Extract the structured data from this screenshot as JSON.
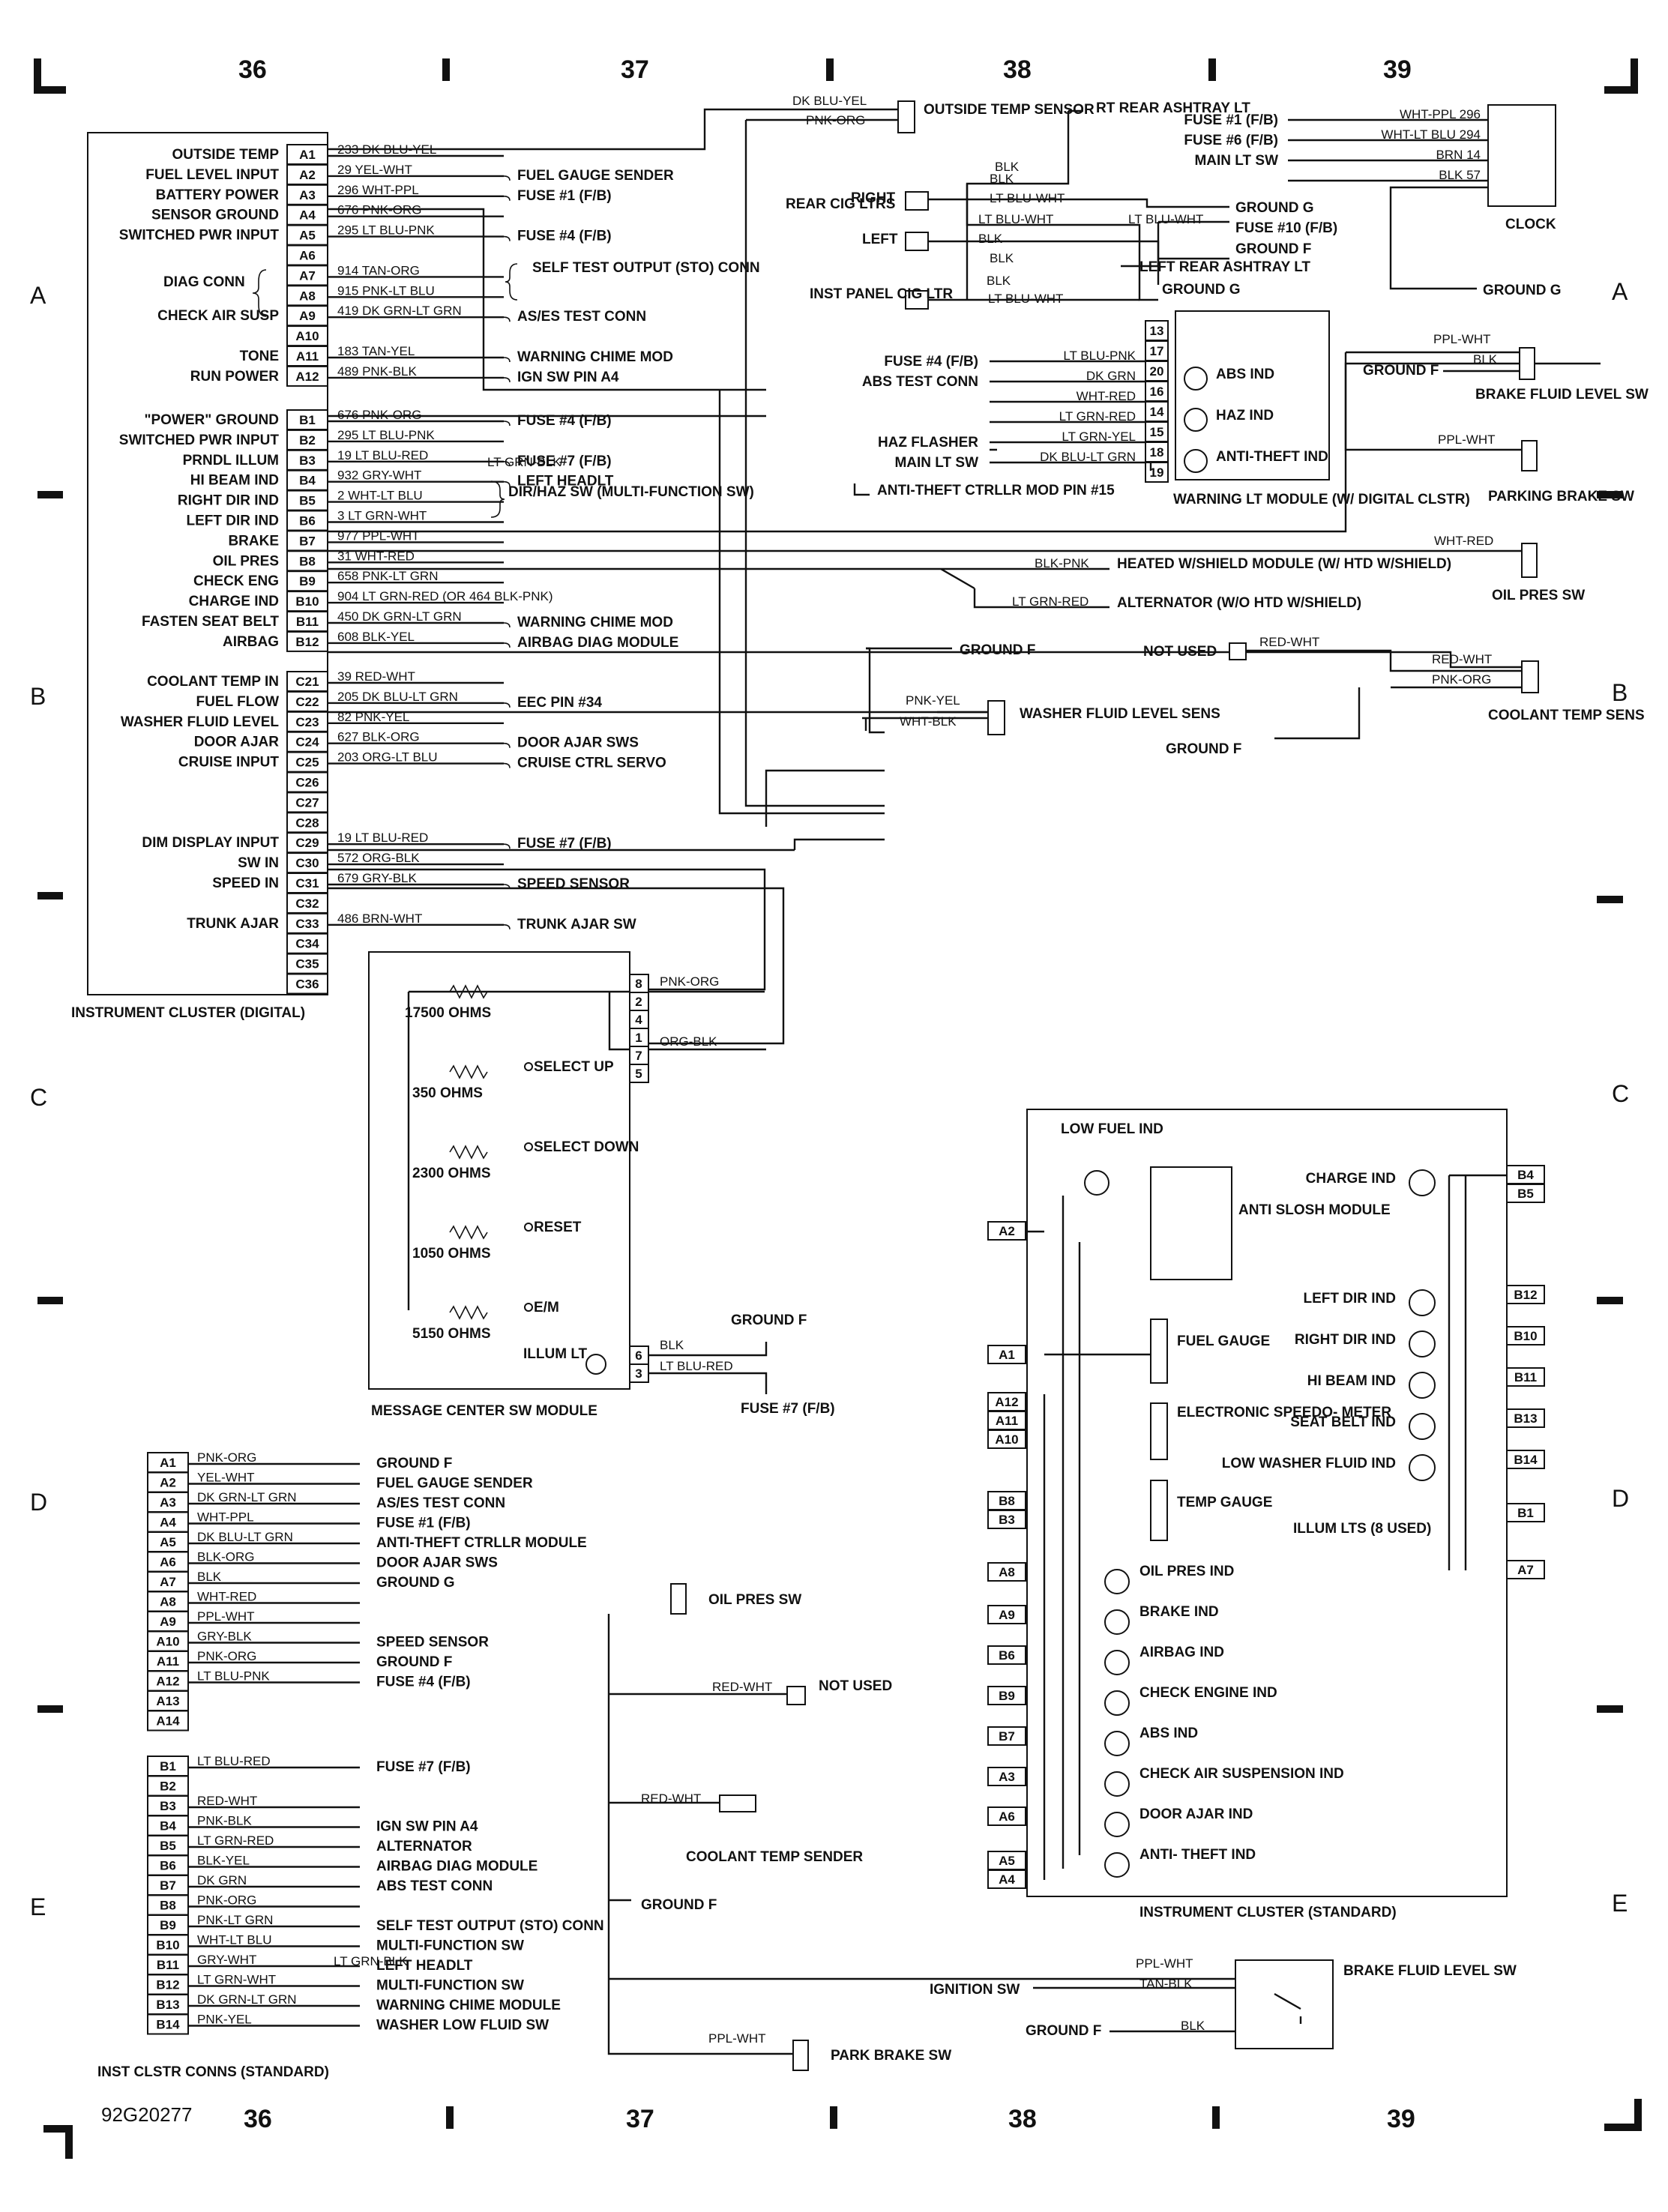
{
  "frame": {
    "columns": [
      "36",
      "37",
      "38",
      "39"
    ],
    "rows": [
      "A",
      "B",
      "C",
      "D",
      "E"
    ],
    "figure_id": "92G20277"
  },
  "digital_cluster": {
    "title": "INSTRUMENT CLUSTER (DIGITAL)",
    "pins": [
      {
        "pin": "A1",
        "func": "OUTSIDE TEMP",
        "wire": "233 DK BLU-YEL",
        "dest": ""
      },
      {
        "pin": "A2",
        "func": "FUEL LEVEL INPUT",
        "wire": "29 YEL-WHT",
        "dest": "FUEL GAUGE SENDER"
      },
      {
        "pin": "A3",
        "func": "BATTERY POWER",
        "wire": "296 WHT-PPL",
        "dest": "FUSE #1 (F/B)"
      },
      {
        "pin": "A4",
        "func": "SENSOR GROUND",
        "wire": "676 PNK-ORG",
        "dest": ""
      },
      {
        "pin": "A5",
        "func": "SWITCHED PWR INPUT",
        "wire": "295 LT BLU-PNK",
        "dest": "FUSE #4 (F/B)"
      },
      {
        "pin": "A6",
        "func": "",
        "wire": "",
        "dest": ""
      },
      {
        "pin": "A7",
        "func": "",
        "wire": "914 TAN-ORG",
        "dest": ""
      },
      {
        "pin": "A8",
        "func": "",
        "wire": "915 PNK-LT BLU",
        "dest": ""
      },
      {
        "pin": "A9",
        "func": "CHECK AIR SUSP",
        "wire": "419 DK GRN-LT GRN",
        "dest": "AS/ES TEST CONN"
      },
      {
        "pin": "A10",
        "func": "",
        "wire": "",
        "dest": ""
      },
      {
        "pin": "A11",
        "func": "TONE",
        "wire": "183 TAN-YEL",
        "dest": "WARNING CHIME MOD"
      },
      {
        "pin": "A12",
        "func": "RUN POWER",
        "wire": "489 PNK-BLK",
        "dest": "IGN SW PIN A4"
      },
      {
        "pin": "B1",
        "func": "\"POWER\" GROUND",
        "wire": "676 PNK-ORG",
        "dest": "FUSE #4 (F/B)"
      },
      {
        "pin": "B2",
        "func": "SWITCHED PWR INPUT",
        "wire": "295 LT BLU-PNK",
        "dest": ""
      },
      {
        "pin": "B3",
        "func": "PRNDL ILLUM",
        "wire": "19 LT BLU-RED",
        "dest": "FUSE #7 (F/B)"
      },
      {
        "pin": "B4",
        "func": "HI BEAM IND",
        "wire": "932 GRY-WHT",
        "dest": "LEFT HEADLT"
      },
      {
        "pin": "B5",
        "func": "RIGHT DIR IND",
        "wire": "2 WHT-LT BLU",
        "dest": ""
      },
      {
        "pin": "B6",
        "func": "LEFT DIR IND",
        "wire": "3 LT GRN-WHT",
        "dest": ""
      },
      {
        "pin": "B7",
        "func": "BRAKE",
        "wire": "977 PPL-WHT",
        "dest": ""
      },
      {
        "pin": "B8",
        "func": "OIL PRES",
        "wire": "31 WHT-RED",
        "dest": ""
      },
      {
        "pin": "B9",
        "func": "CHECK ENG",
        "wire": "658 PNK-LT GRN",
        "dest": ""
      },
      {
        "pin": "B10",
        "func": "CHARGE IND",
        "wire": "904 LT GRN-RED (OR 464 BLK-PNK)",
        "dest": ""
      },
      {
        "pin": "B11",
        "func": "FASTEN SEAT BELT",
        "wire": "450 DK GRN-LT GRN",
        "dest": "WARNING CHIME MOD"
      },
      {
        "pin": "B12",
        "func": "AIRBAG",
        "wire": "608 BLK-YEL",
        "dest": "AIRBAG DIAG MODULE"
      },
      {
        "pin": "C21",
        "func": "COOLANT TEMP IN",
        "wire": "39 RED-WHT",
        "dest": ""
      },
      {
        "pin": "C22",
        "func": "FUEL FLOW",
        "wire": "205 DK BLU-LT GRN",
        "dest": "EEC PIN #34"
      },
      {
        "pin": "C23",
        "func": "WASHER FLUID LEVEL",
        "wire": "82 PNK-YEL",
        "dest": ""
      },
      {
        "pin": "C24",
        "func": "DOOR AJAR",
        "wire": "627 BLK-ORG",
        "dest": "DOOR AJAR SWS"
      },
      {
        "pin": "C25",
        "func": "CRUISE INPUT",
        "wire": "203 ORG-LT BLU",
        "dest": "CRUISE CTRL SERVO"
      },
      {
        "pin": "C26",
        "func": "",
        "wire": "",
        "dest": ""
      },
      {
        "pin": "C27",
        "func": "",
        "wire": "",
        "dest": ""
      },
      {
        "pin": "C28",
        "func": "",
        "wire": "",
        "dest": ""
      },
      {
        "pin": "C29",
        "func": "DIM DISPLAY INPUT",
        "wire": "19 LT BLU-RED",
        "dest": "FUSE #7 (F/B)"
      },
      {
        "pin": "C30",
        "func": "SW IN",
        "wire": "572 ORG-BLK",
        "dest": ""
      },
      {
        "pin": "C31",
        "func": "SPEED IN",
        "wire": "679 GRY-BLK",
        "dest": "SPEED SENSOR"
      },
      {
        "pin": "C32",
        "func": "",
        "wire": "",
        "dest": ""
      },
      {
        "pin": "C33",
        "func": "TRUNK AJAR",
        "wire": "486 BRN-WHT",
        "dest": "TRUNK AJAR SW"
      },
      {
        "pin": "C34",
        "func": "",
        "wire": "",
        "dest": ""
      },
      {
        "pin": "C35",
        "func": "",
        "wire": "",
        "dest": ""
      },
      {
        "pin": "C36",
        "func": "",
        "wire": "",
        "dest": ""
      }
    ],
    "diag_conn": "DIAG CONN",
    "sto_label": "SELF TEST OUTPUT (STO) CONN",
    "dir_haz": "DIR/HAZ SW (MULTI-FUNCTION SW)",
    "lt_grn_blk": "LT GRN-BLK"
  },
  "top_right": {
    "outside_temp": {
      "label": "OUTSIDE TEMP SENSOR",
      "wire1": "DK BLU-YEL",
      "wire2": "PNK-ORG"
    },
    "rt_ashtray": "RT REAR ASHTRAY LT",
    "rear_cig": "REAR CIG LTRS",
    "right": "RIGHT",
    "left": "LEFT",
    "inst_panel_cig": "INST PANEL CIG LTR",
    "left_ashtray": "LEFT REAR ASHTRAY LT",
    "blk": "BLK",
    "lt_blu_wht": "LT BLU-WHT",
    "ground_g": "GROUND G",
    "ground_f": "GROUND F",
    "fuse10": "FUSE #10 (F/B)",
    "clock": {
      "label": "CLOCK",
      "inputs": [
        {
          "dest": "FUSE #1 (F/B)",
          "wire": "WHT-PPL 296"
        },
        {
          "dest": "FUSE #6 (F/B)",
          "wire": "WHT-LT BLU 294"
        },
        {
          "dest": "MAIN LT SW",
          "wire": "BRN 14"
        },
        {
          "dest": "",
          "wire": "BLK 57"
        }
      ]
    }
  },
  "warning_module": {
    "label": "WARNING LT MODULE (W/ DIGITAL CLSTR)",
    "pins": [
      "13",
      "17",
      "20",
      "16",
      "14",
      "15",
      "18",
      "19"
    ],
    "inputs": [
      {
        "dest": "FUSE #4 (F/B)",
        "wire": "LT BLU-PNK"
      },
      {
        "dest": "ABS TEST CONN",
        "wire": "DK GRN"
      },
      {
        "dest": "",
        "wire": "WHT-RED"
      },
      {
        "dest": "HAZ FLASHER",
        "wire": "LT GRN-RED"
      },
      {
        "dest": "",
        "wire": "LT GRN-YEL"
      },
      {
        "dest": "MAIN LT SW",
        "wire": "DK BLU-LT GRN"
      }
    ],
    "lamps": [
      "ABS IND",
      "HAZ IND",
      "ANTI-THEFT IND"
    ],
    "anti_theft_pin": "ANTI-THEFT CTRLLR MOD PIN #15"
  },
  "right_side": {
    "brake_fluid": "BRAKE FLUID LEVEL SW",
    "parking_brake": "PARKING BRAKE SW",
    "oil_pres": "OIL PRES SW",
    "ppl_wht": "PPL-WHT",
    "blk": "BLK",
    "wht_red": "WHT-RED",
    "ground_f": "GROUND F",
    "heated": "HEATED W/SHIELD MODULE (W/ HTD W/SHIELD)",
    "alternator": "ALTERNATOR (W/O HTD W/SHIELD)",
    "blk_pnk": "BLK-PNK",
    "lt_grn_red": "LT GRN-RED",
    "not_used": "NOT USED",
    "red_wht": "RED-WHT",
    "pnk_org": "PNK-ORG",
    "coolant": "COOLANT TEMP SENS",
    "washer": "WASHER FLUID LEVEL SENS",
    "pnk_yel": "PNK-YEL",
    "wht_blk": "WHT-BLK",
    "ground_f_cluster": "GROUND F"
  },
  "message_center": {
    "label": "MESSAGE CENTER SW MODULE",
    "resistors": [
      "17500 OHMS",
      "350 OHMS",
      "2300 OHMS",
      "1050 OHMS",
      "5150 OHMS"
    ],
    "switches": [
      "SELECT UP",
      "SELECT DOWN",
      "RESET",
      "E/M"
    ],
    "pins": [
      "8",
      "2",
      "4",
      "1",
      "7",
      "5"
    ],
    "illum": "ILLUM LT",
    "illum_pins": [
      "6",
      "3"
    ],
    "wire_pnk_org": "PNK-ORG",
    "wire_org_blk": "ORG-BLK",
    "wire_blk": "BLK",
    "wire_lt_blu_red": "LT BLU-RED",
    "ground_f": "GROUND F",
    "fuse7": "FUSE #7 (F/B)"
  },
  "std_connectors": {
    "label": "INST CLSTR CONNS (STANDARD)",
    "a_pins": [
      {
        "pin": "A1",
        "wire": "PNK-ORG",
        "dest": "GROUND F"
      },
      {
        "pin": "A2",
        "wire": "YEL-WHT",
        "dest": "FUEL GAUGE SENDER"
      },
      {
        "pin": "A3",
        "wire": "DK GRN-LT GRN",
        "dest": "AS/ES TEST CONN"
      },
      {
        "pin": "A4",
        "wire": "WHT-PPL",
        "dest": "FUSE #1 (F/B)"
      },
      {
        "pin": "A5",
        "wire": "DK BLU-LT GRN",
        "dest": "ANTI-THEFT CTRLLR MODULE"
      },
      {
        "pin": "A6",
        "wire": "BLK-ORG",
        "dest": "DOOR AJAR SWS"
      },
      {
        "pin": "A7",
        "wire": "BLK",
        "dest": "GROUND G"
      },
      {
        "pin": "A8",
        "wire": "WHT-RED",
        "dest": ""
      },
      {
        "pin": "A9",
        "wire": "PPL-WHT",
        "dest": ""
      },
      {
        "pin": "A10",
        "wire": "GRY-BLK",
        "dest": "SPEED SENSOR"
      },
      {
        "pin": "A11",
        "wire": "PNK-ORG",
        "dest": "GROUND F"
      },
      {
        "pin": "A12",
        "wire": "LT BLU-PNK",
        "dest": "FUSE #4 (F/B)"
      },
      {
        "pin": "A13",
        "wire": "",
        "dest": ""
      },
      {
        "pin": "A14",
        "wire": "",
        "dest": ""
      }
    ],
    "b_pins": [
      {
        "pin": "B1",
        "wire": "LT BLU-RED",
        "dest": "FUSE #7 (F/B)"
      },
      {
        "pin": "B2",
        "wire": "",
        "dest": ""
      },
      {
        "pin": "B3",
        "wire": "RED-WHT",
        "dest": ""
      },
      {
        "pin": "B4",
        "wire": "PNK-BLK",
        "dest": "IGN SW PIN A4"
      },
      {
        "pin": "B5",
        "wire": "LT GRN-RED",
        "dest": "ALTERNATOR"
      },
      {
        "pin": "B6",
        "wire": "BLK-YEL",
        "dest": "AIRBAG DIAG MODULE"
      },
      {
        "pin": "B7",
        "wire": "DK GRN",
        "dest": "ABS TEST CONN"
      },
      {
        "pin": "B8",
        "wire": "PNK-ORG",
        "dest": ""
      },
      {
        "pin": "B9",
        "wire": "PNK-LT GRN",
        "dest": "SELF TEST OUTPUT (STO) CONN"
      },
      {
        "pin": "B10",
        "wire": "WHT-LT BLU",
        "dest": "MULTI-FUNCTION SW"
      },
      {
        "pin": "B11",
        "wire": "GRY-WHT",
        "dest": "LEFT HEADLT"
      },
      {
        "pin": "B12",
        "wire": "LT GRN-WHT",
        "dest": "MULTI-FUNCTION SW"
      },
      {
        "pin": "B13",
        "wire": "DK GRN-LT GRN",
        "dest": "WARNING CHIME MODULE"
      },
      {
        "pin": "B14",
        "wire": "PNK-YEL",
        "dest": "WASHER LOW FLUID SW"
      }
    ],
    "oil_pres_sw": "OIL PRES SW",
    "not_used": "NOT USED",
    "red_wht": "RED-WHT",
    "coolant_sender": "COOLANT TEMP SENDER",
    "ground_f": "GROUND F",
    "lt_grn_blk": "LT GRN-BLK",
    "ppl_wht": "PPL-WHT",
    "park_brake": "PARK BRAKE SW"
  },
  "std_cluster": {
    "label": "INSTRUMENT CLUSTER (STANDARD)",
    "low_fuel": "LOW FUEL IND",
    "anti_slosh": "ANTI SLOSH MODULE",
    "fuel_gauge": "FUEL GAUGE",
    "speedo": "ELECTRONIC SPEEDO- METER",
    "temp_gauge": "TEMP GAUGE",
    "left_pins": [
      "A2",
      "A1",
      "A12",
      "A11",
      "A10",
      "B8",
      "B3",
      "A8",
      "A9",
      "B6",
      "B9",
      "B7",
      "A3",
      "A6",
      "A5",
      "A4"
    ],
    "left_lamps": [
      "OIL PRES IND",
      "BRAKE IND",
      "AIRBAG IND",
      "CHECK ENGINE IND",
      "ABS IND",
      "CHECK AIR SUSPENSION IND",
      "DOOR AJAR IND",
      "ANTI- THEFT IND"
    ],
    "right_lamps": [
      "CHARGE IND",
      "LEFT DIR IND",
      "RIGHT DIR IND",
      "HI BEAM IND",
      "SEAT BELT IND",
      "LOW WASHER FLUID IND"
    ],
    "right_pins": [
      "B4",
      "B5",
      "B12",
      "B10",
      "B11",
      "B13",
      "B14",
      "B1",
      "A7"
    ],
    "illum": "ILLUM LTS (8 USED)"
  },
  "brake_sw_bottom": {
    "label": "BRAKE FLUID LEVEL SW",
    "ppl_wht": "PPL-WHT",
    "tan_blk": "TAN-BLK",
    "blk": "BLK",
    "ignition": "IGNITION SW",
    "ground_f": "GROUND F"
  }
}
